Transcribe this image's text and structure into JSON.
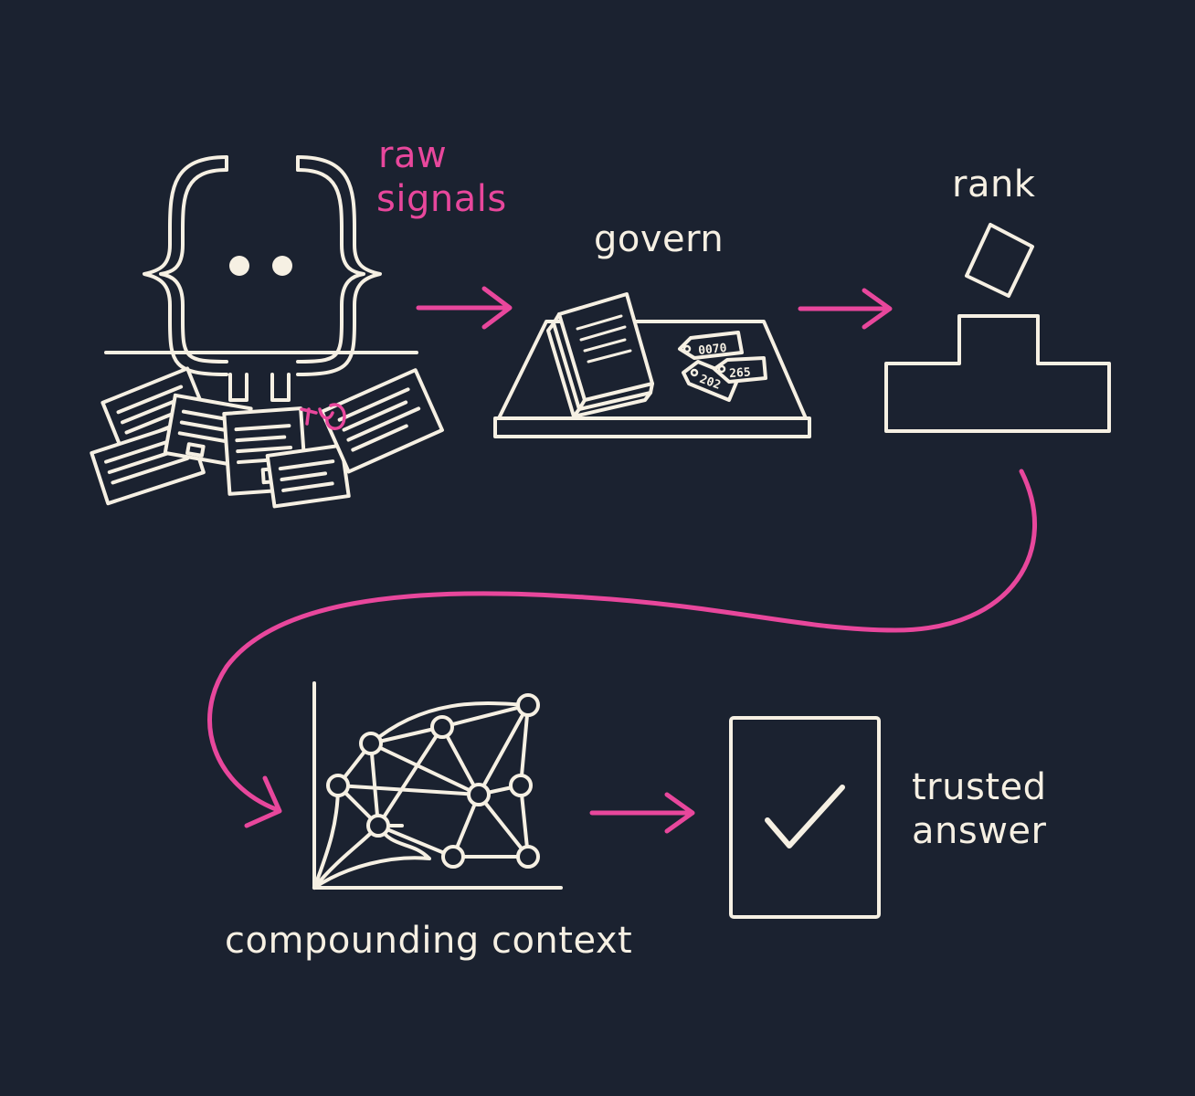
{
  "labels": {
    "raw_signals_line1": "raw",
    "raw_signals_line2": "signals",
    "govern": "govern",
    "rank": "rank",
    "compounding_context": "compounding context",
    "trusted_answer_line1": "trusted",
    "trusted_answer_line2": "answer"
  },
  "tags": {
    "tag1": "0070",
    "tag2": "202",
    "tag3": "265"
  },
  "colors": {
    "background": "#1b2230",
    "line": "#f6f0e3",
    "accent": "#e8479c"
  },
  "icons": {
    "raw_signals": "curly-brace-character-with-scattered-papers",
    "govern": "books-with-tags-on-table",
    "rank": "podium-with-falling-card",
    "compounding_context": "network-graph-on-axes",
    "trusted_answer": "document-with-checkmark"
  }
}
